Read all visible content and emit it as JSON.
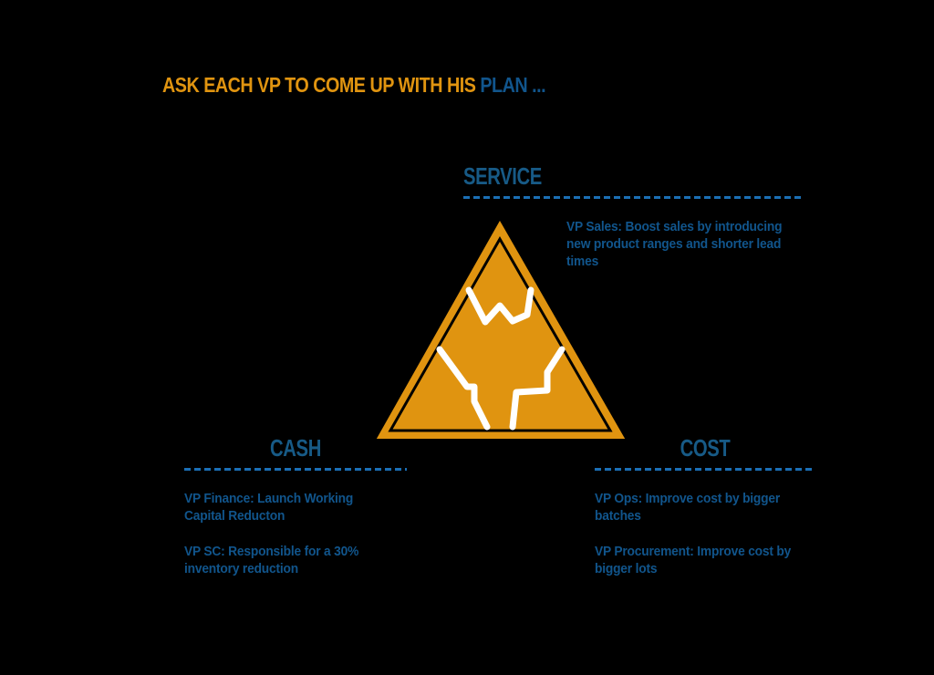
{
  "title": {
    "highlight": "ASK EACH VP TO COME UP WITH HIS ",
    "accent": "PLAN ..."
  },
  "colors": {
    "background": "#000000",
    "orange": "#E09410",
    "heading_blue": "#175A86",
    "body_blue": "#11558C",
    "dash_blue": "#1B6FB5",
    "crack_white": "#FFFFFF",
    "inner_outline": "#000000"
  },
  "sections": [
    {
      "id": "service",
      "heading": "SERVICE",
      "items": [
        "VP Sales: Boost sales by introducing new product ranges and shorter lead times"
      ]
    },
    {
      "id": "cash",
      "heading": "CASH",
      "items": [
        "VP Finance: Launch Working Capital Reducton",
        "VP SC: Responsible for a 30% inventory reduction"
      ]
    },
    {
      "id": "cost",
      "heading": "COST",
      "items": [
        "VP Ops: Improve cost by bigger batches",
        "VP Procurement: Improve cost by bigger lots"
      ]
    }
  ],
  "graphic": {
    "name": "cracked-triangle",
    "description": "Orange triangle with black inner outline split into three pieces by white crack lines"
  }
}
